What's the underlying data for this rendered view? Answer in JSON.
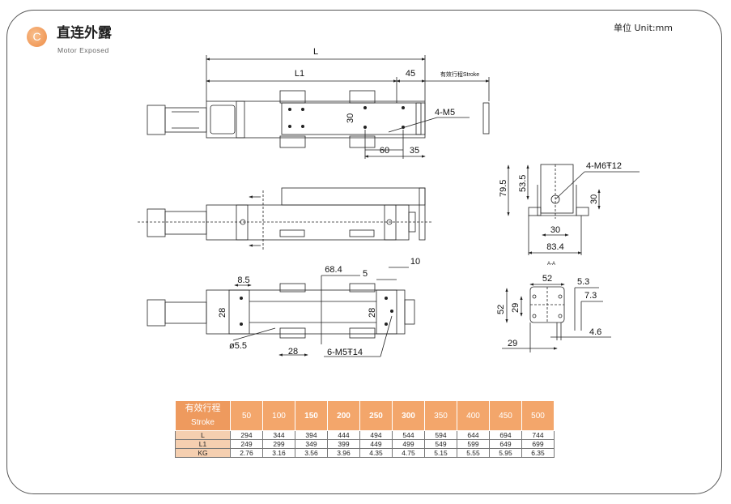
{
  "header": {
    "logo_letter": "C",
    "title": "直连外露",
    "subtitle": "Motor Exposed",
    "unit": "单位 Unit:mm"
  },
  "colors": {
    "accent": "#ee8a44",
    "table_header": "#f3a66b",
    "table_first_col": "#f5cfb0"
  },
  "drawing": {
    "top_view": {
      "L": "L",
      "L1": "L1",
      "d45": "45",
      "stroke": "有效行程Stroke",
      "holes": "4-M5",
      "d30": "30",
      "d60": "60",
      "d35": "35"
    },
    "bottom_view": {
      "d8_5": "8.5",
      "d68_4": "68.4",
      "d5": "5",
      "d10": "10",
      "d28a": "28",
      "d28b": "28",
      "hole_dia": "ø5.5",
      "d28c": "28",
      "holes": "6-M5Ŧ14"
    },
    "end_view": {
      "d79_5": "79.5",
      "d53_5": "53.5",
      "holes": "4-M6Ŧ12",
      "d30v": "30",
      "d30h": "30",
      "d83_4": "83.4",
      "section": "A-A"
    },
    "motor_flange": {
      "d52h": "52",
      "d52v": "52",
      "d29v": "29",
      "d5_3": "5.3",
      "d7_3": "7.3",
      "d4_6": "4.6",
      "d29h": "29"
    }
  },
  "table": {
    "header_label_cn": "有效行程",
    "header_label_en": "Stroke",
    "strokes": [
      "50",
      "100",
      "150",
      "200",
      "250",
      "300",
      "350",
      "400",
      "450",
      "500"
    ],
    "rows": [
      {
        "label": "L",
        "values": [
          "294",
          "344",
          "394",
          "444",
          "494",
          "544",
          "594",
          "644",
          "694",
          "744"
        ]
      },
      {
        "label": "L1",
        "values": [
          "249",
          "299",
          "349",
          "399",
          "449",
          "499",
          "549",
          "599",
          "649",
          "699"
        ]
      },
      {
        "label": "KG",
        "values": [
          "2.76",
          "3.16",
          "3.56",
          "3.96",
          "4.35",
          "4.75",
          "5.15",
          "5.55",
          "5.95",
          "6.35"
        ]
      }
    ]
  }
}
